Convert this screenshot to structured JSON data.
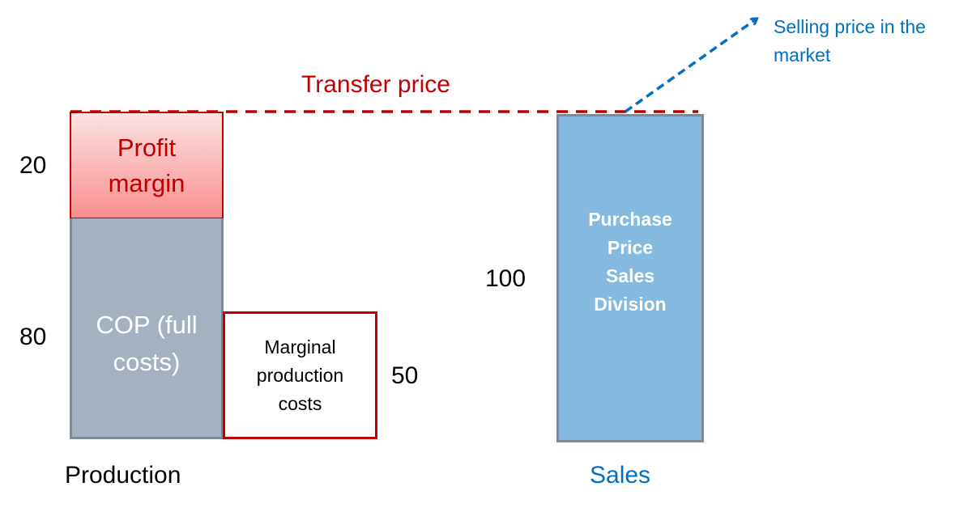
{
  "title": "Transfer price",
  "boxes": {
    "profit_margin": {
      "label_line1": "Profit",
      "label_line2": "margin",
      "value": "20"
    },
    "cop": {
      "label_line1": "COP (full",
      "label_line2": "costs)",
      "value": "80"
    },
    "marginal": {
      "label_line1": "Marginal",
      "label_line2": "production",
      "label_line3": "costs",
      "value": "50"
    },
    "purchase": {
      "label_line1": "Purchase",
      "label_line2": "Price",
      "label_line3": "Sales",
      "label_line4": "Division",
      "value": "100"
    }
  },
  "axis_labels": {
    "production": "Production",
    "sales": "Sales"
  },
  "annotation": {
    "line1": "Selling price in the",
    "line2": "market"
  },
  "colors": {
    "red": "#c00000",
    "blue": "#0070c0",
    "gray": "#a3b1c0",
    "lightblue": "#86b9e0"
  }
}
